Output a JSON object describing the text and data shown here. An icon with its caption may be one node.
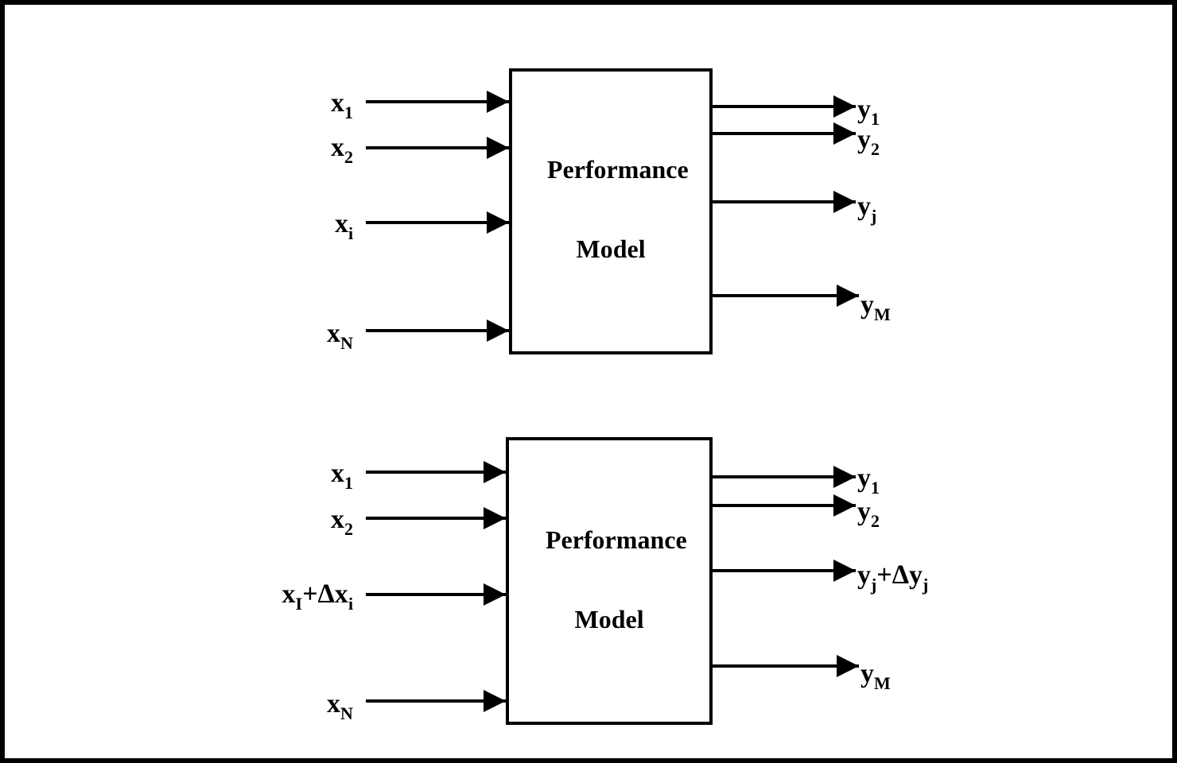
{
  "diagram": {
    "nodes": [
      {
        "text": [
          "Performance Model"
        ]
      },
      {
        "text": [
          "x$_{1}$"
        ]
      },
      {
        "text": [
          "x$_{2}$"
        ]
      },
      {
        "text": [
          "x$_{i}$"
        ]
      },
      {
        "text": [
          "x$_{N}$"
        ]
      },
      {
        "text": [
          "y$_{1}$"
        ]
      },
      {
        "text": [
          "y$_{2}$"
        ]
      },
      {
        "text": [
          "y$_{j}$"
        ]
      },
      {
        "text": [
          "y$_{M}$"
        ]
      },
      {
        "text": [
          "Performance Model"
        ]
      },
      {
        "text": [
          "x$_{1}$"
        ]
      },
      {
        "text": [
          "x$_{2}$"
        ]
      },
      {
        "text": [
          "x$_{I}$+Δx$_{i}$"
        ]
      },
      {
        "text": [
          "x$_{N}$"
        ]
      },
      {
        "text": [
          "y$_{1}$"
        ]
      },
      {
        "text": [
          "y$_{2}$"
        ]
      },
      {
        "text": [
          "y$_{j}$+Δy$_{j}$"
        ]
      },
      {
        "text": [
          "y$_{M}$"
        ]
      }
    ],
    "edges": [
      {
        "from": 1,
        "to": 0,
        "arrow": "to"
      },
      {
        "from": 2,
        "to": 0,
        "arrow": "to"
      },
      {
        "from": 3,
        "to": 0,
        "arrow": "to"
      },
      {
        "from": 4,
        "to": 0,
        "arrow": "to"
      },
      {
        "from": 0,
        "to": 5,
        "arrow": "to"
      },
      {
        "from": 0,
        "to": 6,
        "arrow": "to"
      },
      {
        "from": 0,
        "to": 7,
        "arrow": "to"
      },
      {
        "from": 0,
        "to": 8,
        "arrow": "to"
      },
      {
        "from": 10,
        "to": 9,
        "arrow": "to"
      },
      {
        "from": 11,
        "to": 9,
        "arrow": "to"
      },
      {
        "from": 12,
        "to": 9,
        "arrow": "to"
      },
      {
        "from": 13,
        "to": 9,
        "arrow": "to"
      },
      {
        "from": 9,
        "to": 14,
        "arrow": "to"
      },
      {
        "from": 9,
        "to": 15,
        "arrow": "to"
      },
      {
        "from": 9,
        "to": 16,
        "arrow": "to"
      },
      {
        "from": 9,
        "to": 17,
        "arrow": "to"
      }
    ]
  }
}
